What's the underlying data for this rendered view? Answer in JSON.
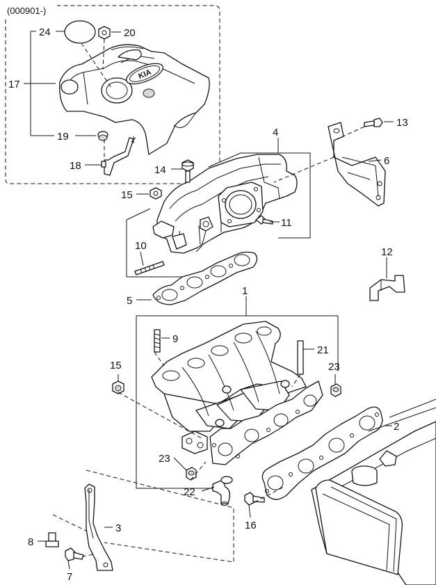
{
  "diagram": {
    "variant_code": "(000901-)",
    "callouts": [
      {
        "key": "c24",
        "text": "24"
      },
      {
        "key": "c20",
        "text": "20"
      },
      {
        "key": "c17",
        "text": "17"
      },
      {
        "key": "c19",
        "text": "19"
      },
      {
        "key": "c18",
        "text": "18"
      },
      {
        "key": "c4",
        "text": "4"
      },
      {
        "key": "c13",
        "text": "13"
      },
      {
        "key": "c6",
        "text": "6"
      },
      {
        "key": "c14",
        "text": "14"
      },
      {
        "key": "c15a",
        "text": "15"
      },
      {
        "key": "c11",
        "text": "11"
      },
      {
        "key": "c10",
        "text": "10"
      },
      {
        "key": "c12",
        "text": "12"
      },
      {
        "key": "c5",
        "text": "5"
      },
      {
        "key": "c1",
        "text": "1"
      },
      {
        "key": "c9",
        "text": "9"
      },
      {
        "key": "c21",
        "text": "21"
      },
      {
        "key": "c15b",
        "text": "15"
      },
      {
        "key": "c23a",
        "text": "23"
      },
      {
        "key": "c2",
        "text": "2"
      },
      {
        "key": "c23b",
        "text": "23"
      },
      {
        "key": "c22",
        "text": "22"
      },
      {
        "key": "c16",
        "text": "16"
      },
      {
        "key": "c3",
        "text": "3"
      },
      {
        "key": "c8",
        "text": "8"
      },
      {
        "key": "c7",
        "text": "7"
      }
    ],
    "logo_text": "KIA"
  }
}
